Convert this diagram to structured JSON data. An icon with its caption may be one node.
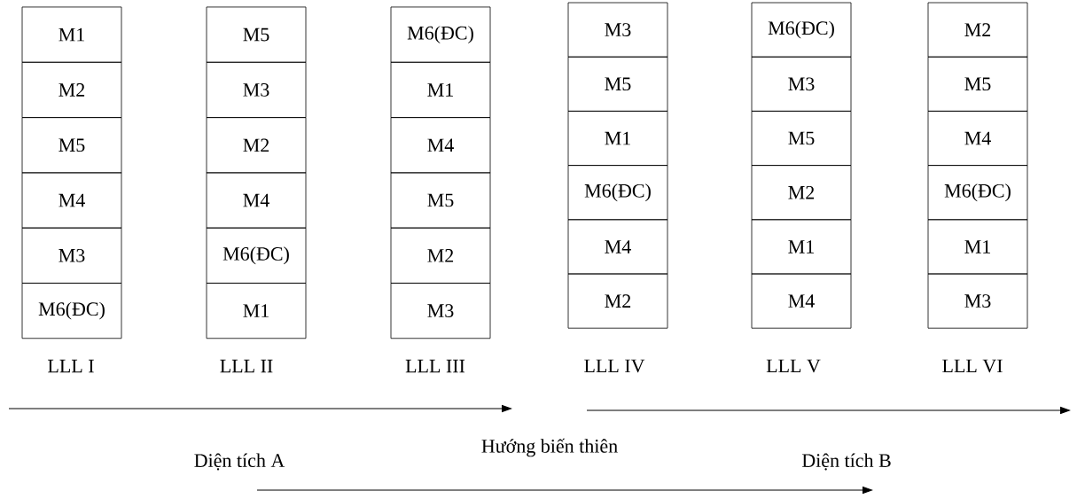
{
  "diagram": {
    "nodes": [
      {
        "text": [
          "M1"
        ]
      },
      {
        "text": [
          "M2"
        ]
      },
      {
        "text": [
          "M5"
        ]
      },
      {
        "text": [
          "M4"
        ]
      },
      {
        "text": [
          "M3"
        ]
      },
      {
        "text": [
          "M6(ĐC)"
        ]
      },
      {
        "text": [
          "M5"
        ]
      },
      {
        "text": [
          "M3"
        ]
      },
      {
        "text": [
          "M2"
        ]
      },
      {
        "text": [
          "M4"
        ]
      },
      {
        "text": [
          "M6(ĐC)"
        ]
      },
      {
        "text": [
          "M1"
        ]
      },
      {
        "text": [
          "M6(ĐC)"
        ]
      },
      {
        "text": [
          "M1"
        ]
      },
      {
        "text": [
          "M4"
        ]
      },
      {
        "text": [
          "M5"
        ]
      },
      {
        "text": [
          "M2"
        ]
      },
      {
        "text": [
          "M3"
        ]
      },
      {
        "text": [
          "M3"
        ]
      },
      {
        "text": [
          "M5"
        ]
      },
      {
        "text": [
          "M1"
        ]
      },
      {
        "text": [
          "M6(ĐC)"
        ]
      },
      {
        "text": [
          "M4"
        ]
      },
      {
        "text": [
          "M2"
        ]
      },
      {
        "text": [
          "M6(ĐC)"
        ]
      },
      {
        "text": [
          "M3"
        ]
      },
      {
        "text": [
          "M5"
        ]
      },
      {
        "text": [
          "M2"
        ]
      },
      {
        "text": [
          "M1"
        ]
      },
      {
        "text": [
          "M4"
        ]
      },
      {
        "text": [
          "M2"
        ]
      },
      {
        "text": [
          "M5"
        ]
      },
      {
        "text": [
          "M4"
        ]
      },
      {
        "text": [
          "M6(ĐC)"
        ]
      },
      {
        "text": [
          "M1"
        ]
      },
      {
        "text": [
          "M3"
        ]
      }
    ],
    "labels": [
      "LLL I",
      "LLL II",
      "LLL III",
      "LLL IV",
      "LLL V",
      "LLL VI",
      "Diện tích A",
      "Diện tích B",
      "Hướng biến thiên"
    ]
  }
}
